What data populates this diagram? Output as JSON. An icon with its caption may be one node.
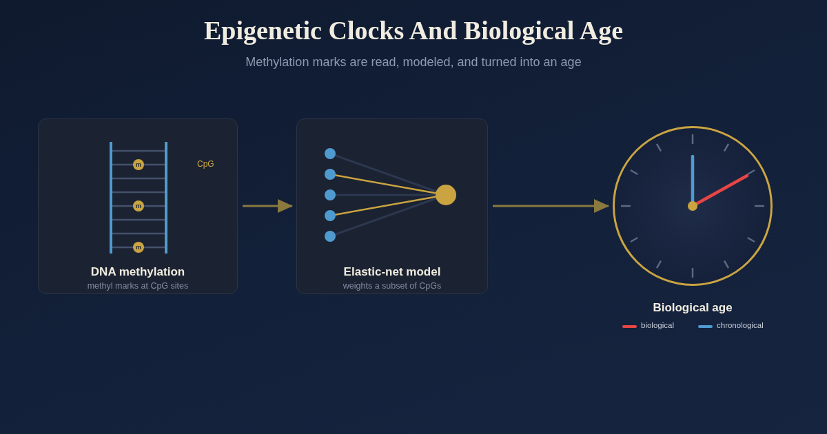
{
  "diagram": {
    "title": "Epigenetic Clocks And Biological Age",
    "caption": "Methylation marks are read, modeled, and turned into an age",
    "nodes": [
      {
        "text": [
          "DNA methylation",
          "methyl marks at CpG sites"
        ]
      },
      {
        "text": [
          "Elastic-net model",
          "weights a subset of CpGs"
        ]
      },
      {
        "text": [
          "Biological age"
        ]
      }
    ],
    "edges": [
      {
        "from": 0,
        "to": 1,
        "arrow": "to"
      },
      {
        "from": 1,
        "to": 2,
        "arrow": "to"
      }
    ],
    "labels": [
      "m",
      "m",
      "m",
      "CpG"
    ],
    "legend": [
      {
        "text": "biological",
        "color": "#e84545"
      },
      {
        "text": "chronological",
        "color": "#4f9bd0"
      }
    ]
  }
}
